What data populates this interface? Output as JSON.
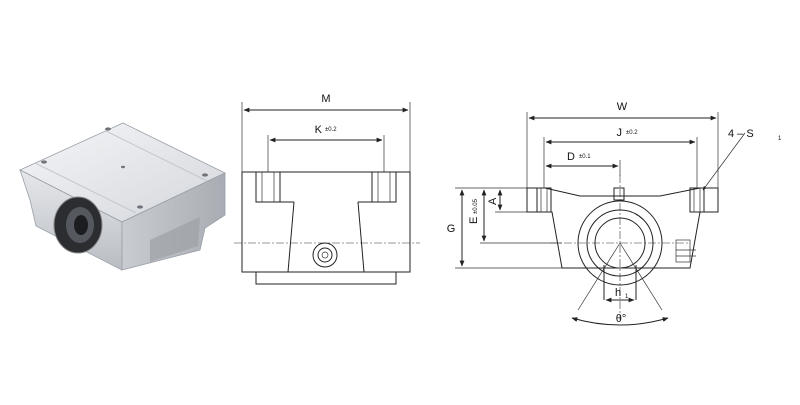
{
  "side_view": {
    "label_M": "M",
    "label_K": "K",
    "label_K_tol": "±0.2"
  },
  "front_view": {
    "label_W": "W",
    "label_J": "J",
    "label_J_tol": "±0.2",
    "label_D": "D",
    "label_D_tol": "±0.1",
    "label_S": "4 – S",
    "label_S_sub": "1",
    "label_G": "G",
    "label_E": "E",
    "label_E_tol": "±0.05",
    "label_A": "A",
    "label_h": "h",
    "label_h_sub": "1",
    "label_theta": "θ°"
  }
}
